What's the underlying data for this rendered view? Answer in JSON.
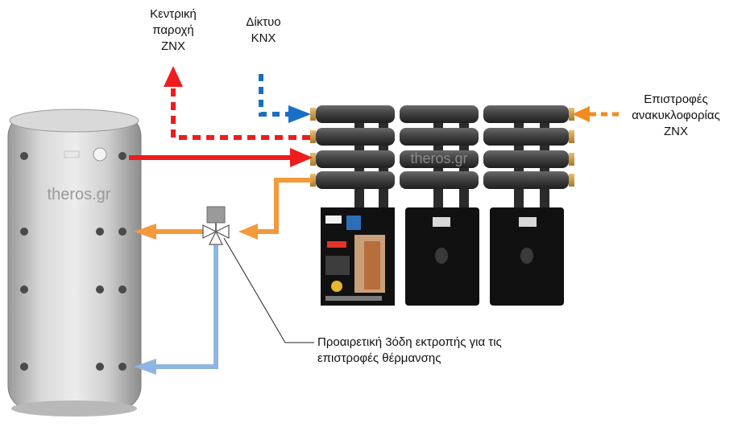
{
  "labels": {
    "central_supply": [
      "Κεντρική",
      "παροχή",
      "ZNX"
    ],
    "network": [
      "Δίκτυο",
      "KNX"
    ],
    "recirculation_returns": [
      "Επιστροφές",
      "ανακυκλοφορίας",
      "ZNX"
    ],
    "optional_valve": [
      "Προαιρετική 3όδη εκτροπής για τις",
      "επιστροφές θέρμανσης"
    ]
  },
  "watermarks": {
    "tank": "theros.gr",
    "manifold": "theros.gr"
  },
  "colors": {
    "supply_red": "#ee1c1c",
    "network_blue": "#1a6fc4",
    "recirculation_orange": "#f28a22",
    "heating_orange": "#f39a3d",
    "return_light_blue": "#8fb6e3",
    "tank_silver": "#c9c9c9",
    "pipe_dark": "#3a3a3a",
    "module_black": "#111111"
  },
  "icons": {
    "valve": "three-way-valve-icon",
    "tank": "buffer-tank-icon",
    "manifold": "manifold-icon",
    "module": "station-module-icon"
  }
}
